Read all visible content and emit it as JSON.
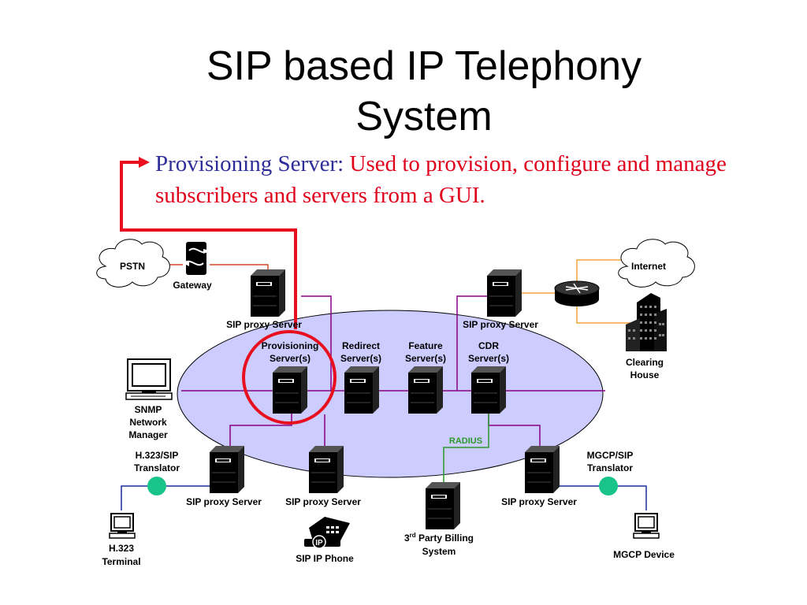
{
  "slide": {
    "title_line1": "SIP based IP Telephony",
    "title_line2": "System"
  },
  "callout": {
    "label": "Provisioning Server:",
    "description": "Used to provision, configure and manage subscribers and servers from a GUI."
  },
  "clouds": {
    "pstn": "PSTN",
    "internet": "Internet"
  },
  "labels": {
    "gateway": "Gateway",
    "sip_proxy_top_left": "SIP proxy Server",
    "sip_proxy_top_right": "SIP proxy Server",
    "provisioning_1": "Provisioning",
    "provisioning_2": "Server(s)",
    "redirect_1": "Redirect",
    "redirect_2": "Server(s)",
    "feature_1": "Feature",
    "feature_2": "Server(s)",
    "cdr_1": "CDR",
    "cdr_2": "Server(s)",
    "clearing_1": "Clearing",
    "clearing_2": "House",
    "snmp_1": "SNMP",
    "snmp_2": "Network",
    "snmp_3": "Manager",
    "h323sip_1": "H.323/SIP",
    "h323sip_2": "Translator",
    "mgcpsip_1": "MGCP/SIP",
    "mgcpsip_2": "Translator",
    "radius": "RADIUS",
    "sip_proxy_bottom_1": "SIP proxy Server",
    "sip_proxy_bottom_2": "SIP proxy Server",
    "sip_proxy_bottom_3": "SIP proxy Server",
    "billing_prefix": "3",
    "billing_sup": "rd",
    "billing_rest": " Party Billing",
    "billing_2": "System",
    "h323_term_1": "H.323",
    "h323_term_2": "Terminal",
    "sip_phone": "SIP IP Phone",
    "phone_badge": "IP",
    "mgcp_device": "MGCP Device"
  },
  "colors": {
    "callout_label": "#2e2e9a",
    "callout_text": "#e0001b",
    "highlight": "#e8101e",
    "ellipse_fill": "#ccccff",
    "lan_line": "#880088",
    "pstn_link": "#cc2200",
    "internet_link": "#f2a33a",
    "radius_link": "#2a9a2a",
    "translator_dot": "#18c48a",
    "terminal_link": "#1a2b9a"
  }
}
